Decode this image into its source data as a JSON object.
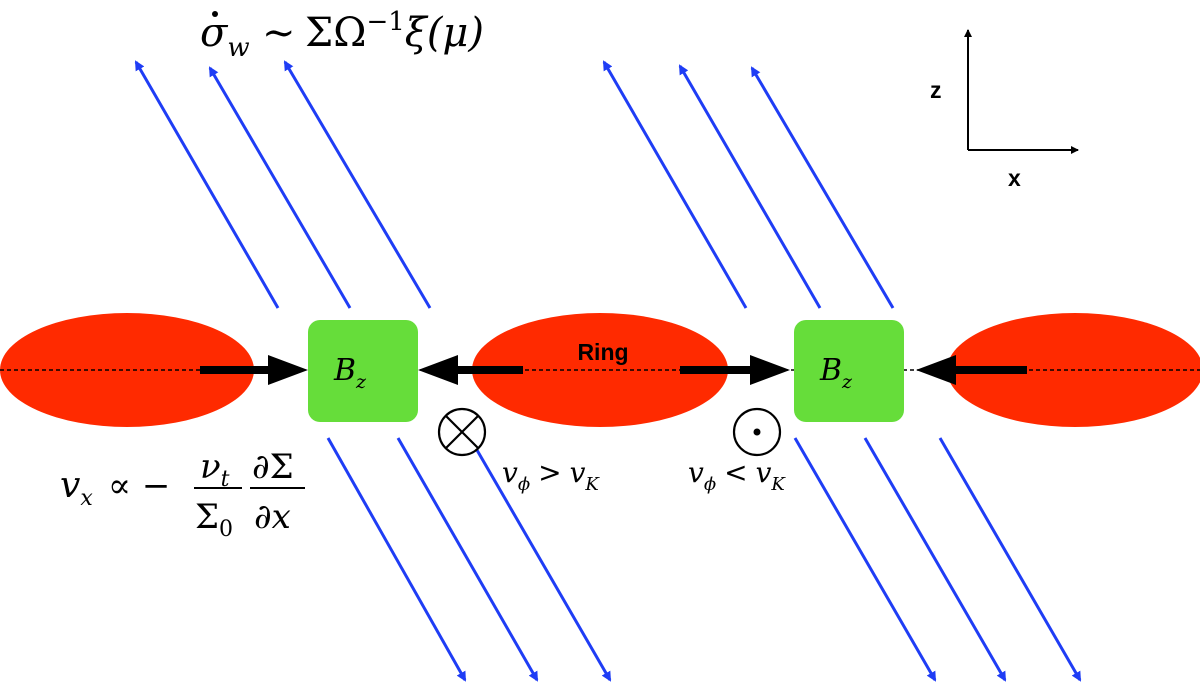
{
  "formula_top": {
    "lhs": "σ",
    "lhs_sub": "w",
    "rel": "∼",
    "rhs_a": "ΣΩ",
    "rhs_sup": "−1",
    "rhs_b": "ξ(μ)"
  },
  "axes": {
    "z": "z",
    "x": "x"
  },
  "ring_label": "Ring",
  "field_box": {
    "main": "B",
    "sub": "z"
  },
  "velocity_left": {
    "lhs": "v",
    "lhs_sub": "x",
    "rel": "∝ −",
    "num1": "ν",
    "num1_sub": "t",
    "den1": "Σ",
    "den1_sub": "0",
    "num2": "∂Σ",
    "den2": "∂x"
  },
  "vphi_fast": {
    "v": "v",
    "sub": "ϕ",
    "rel": ">",
    "vk": "v",
    "vk_sub": "K"
  },
  "vphi_slow": {
    "v": "v",
    "sub": "ϕ",
    "rel": "<",
    "vk": "v",
    "vk_sub": "K"
  },
  "colors": {
    "ring": "#ff2a00",
    "field": "#66dd3a",
    "wind": "#1f3df5",
    "flow": "#000000"
  }
}
